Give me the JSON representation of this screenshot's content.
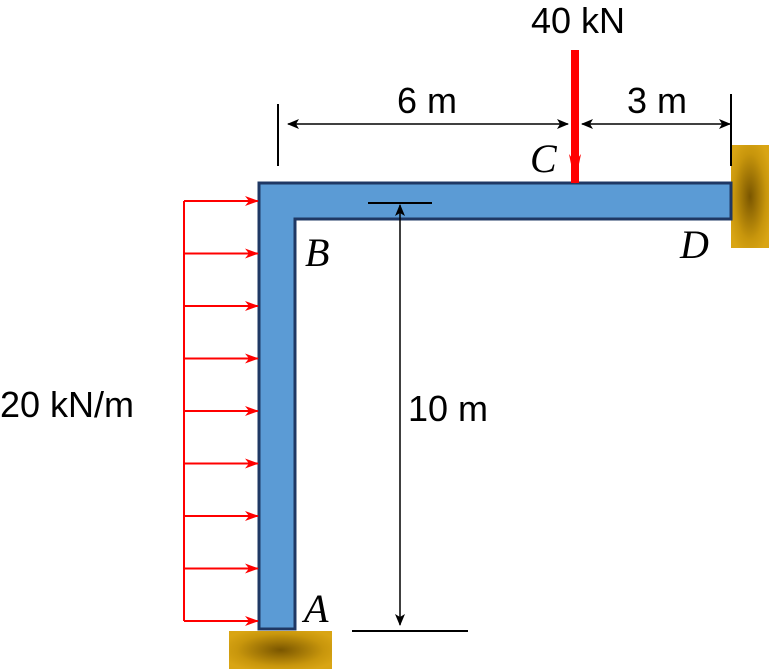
{
  "loads": {
    "point_load_label": "40 kN",
    "distributed_load_label": "20 kN/m",
    "point_load_kN": 40,
    "distributed_load_kN_per_m": 20
  },
  "dimensions": {
    "bc_length_label": "6 m",
    "cd_length_label": "3 m",
    "ab_height_label": "10 m",
    "bc_length_m": 6,
    "cd_length_m": 3,
    "ab_height_m": 10
  },
  "points": {
    "a": "A",
    "b": "B",
    "c": "C",
    "d": "D"
  },
  "colors": {
    "member_fill": "#5b9bd5",
    "member_stroke": "#1f3864",
    "load_arrow": "#ff0000",
    "support_gold": "#c8960c",
    "support_dark": "#6b4a00",
    "dimension_line": "#000000"
  }
}
